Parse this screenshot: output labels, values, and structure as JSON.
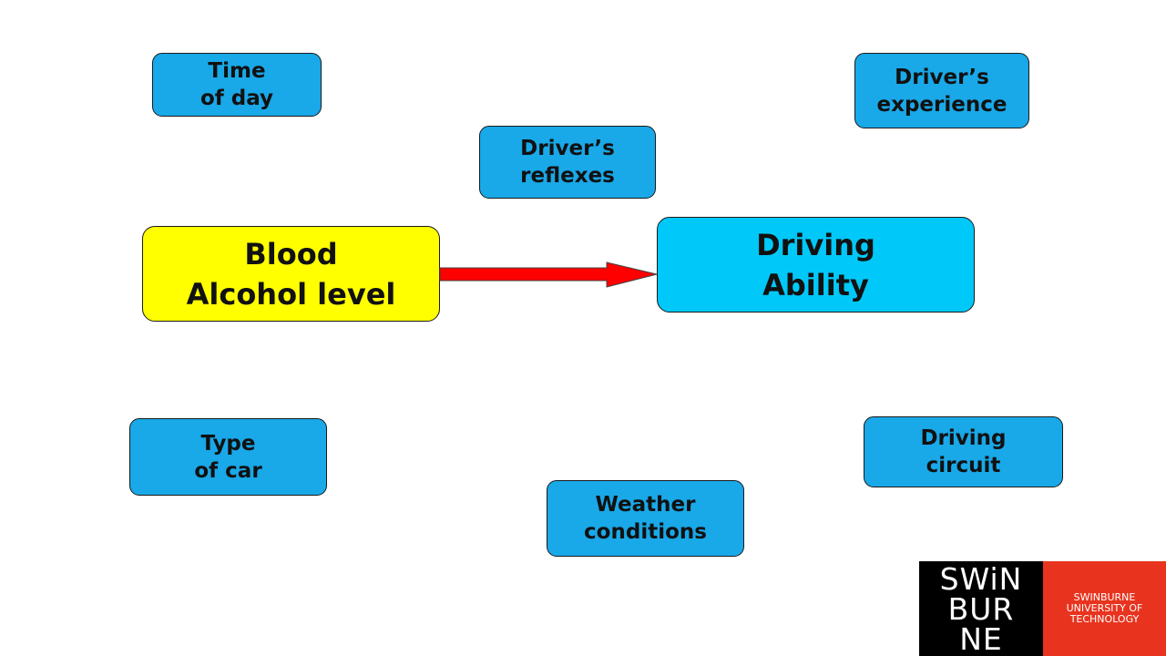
{
  "diagram": {
    "nodes": {
      "time_of_day": [
        "Time",
        "of day"
      ],
      "drivers_experience": [
        "Driver’s",
        "experience"
      ],
      "drivers_reflexes": [
        "Driver’s",
        "reflexes"
      ],
      "blood_alcohol": [
        "Blood",
        "Alcohol level"
      ],
      "driving_ability": [
        "Driving",
        "Ability"
      ],
      "type_of_car": [
        "Type",
        "of car"
      ],
      "driving_circuit": [
        "Driving",
        "circuit"
      ],
      "weather_conditions": [
        "Weather",
        "conditions"
      ]
    },
    "edges": [
      {
        "from": "blood_alcohol",
        "to": "driving_ability",
        "color": "#ff0000"
      }
    ],
    "colors": {
      "factor_box": "#19a8e8",
      "cause_box": "#ffff00",
      "effect_box": "#00c8f8",
      "arrow": "#ff0000"
    }
  },
  "logo": {
    "wordmark_lines": [
      "SWiN",
      "BUR",
      "NE"
    ],
    "name_lines": [
      "SWINBURNE",
      "UNIVERSITY OF",
      "TECHNOLOGY"
    ],
    "colors": {
      "left": "#000000",
      "right": "#e8341f"
    }
  }
}
